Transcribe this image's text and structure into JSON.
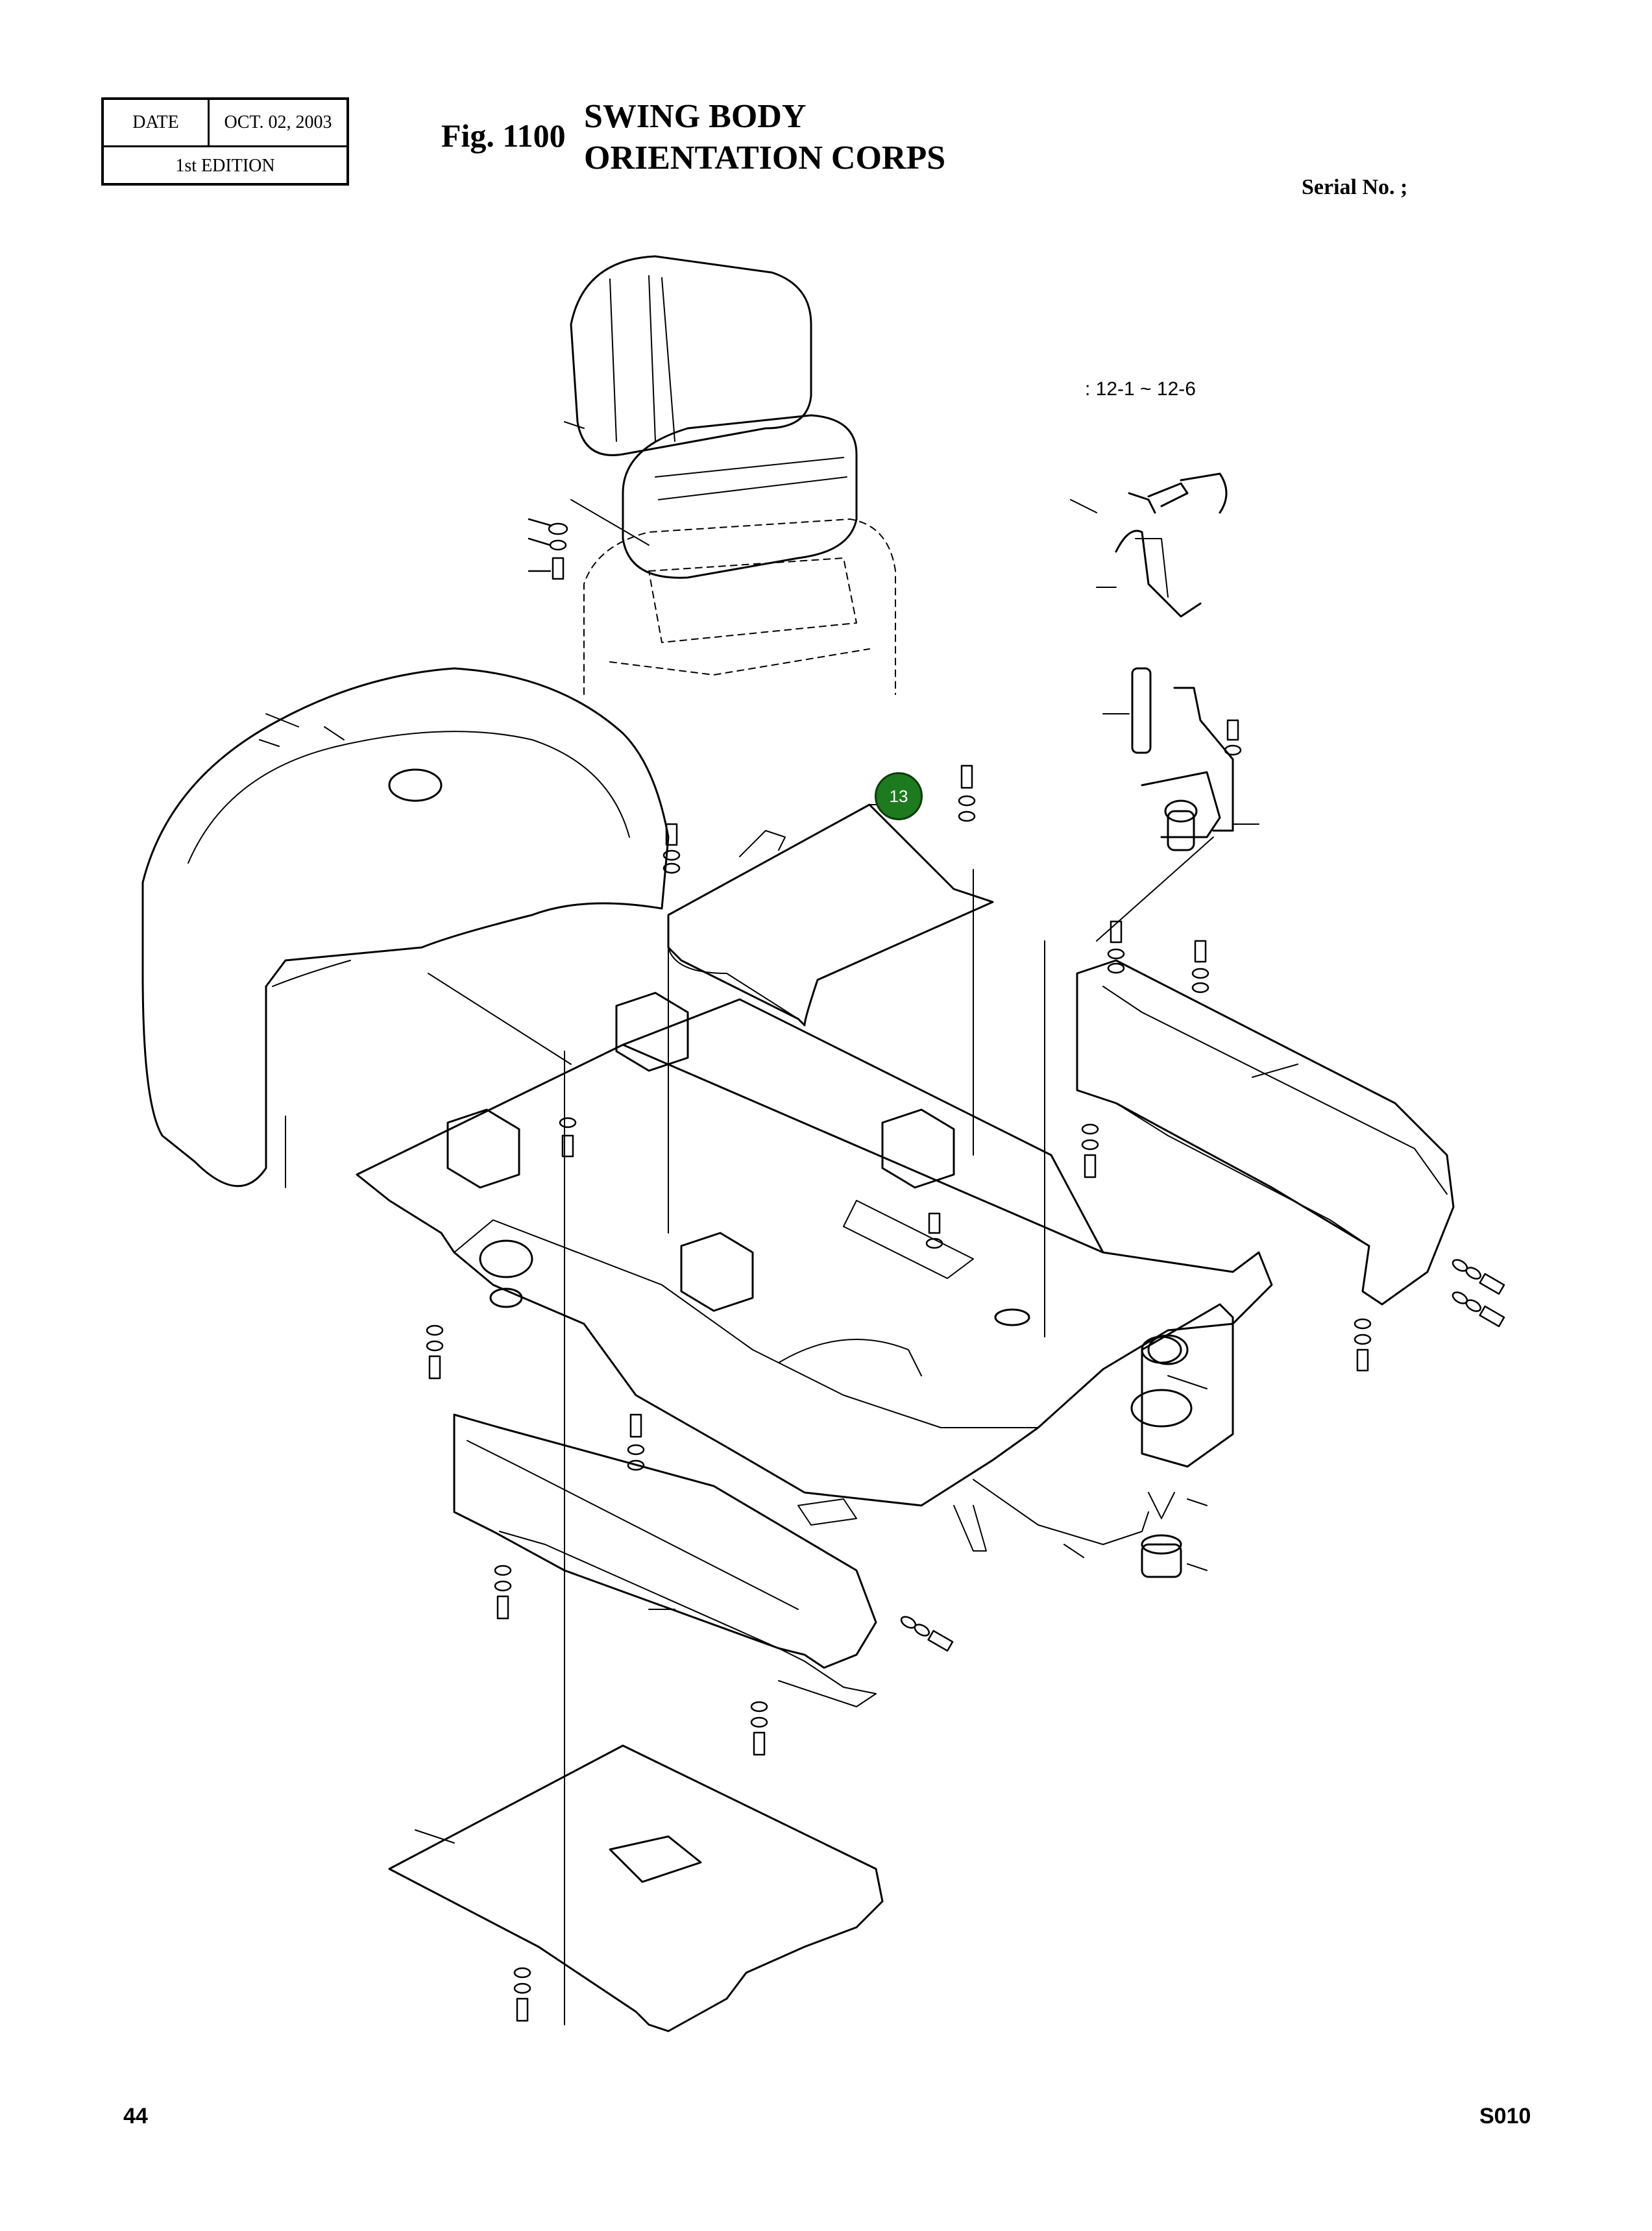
{
  "header": {
    "date_label": "DATE",
    "date_value": "OCT.  02, 2003",
    "edition": "1st EDITION",
    "fig_number": "Fig. 1100",
    "title_line1": "SWING BODY",
    "title_line2": "ORIENTATION CORPS",
    "serial": "Serial No. ;"
  },
  "diagram": {
    "range_note": ": 12-1 ~ 12-6",
    "callout_13": "13"
  },
  "footer": {
    "page_number": "44",
    "code": "S010"
  }
}
